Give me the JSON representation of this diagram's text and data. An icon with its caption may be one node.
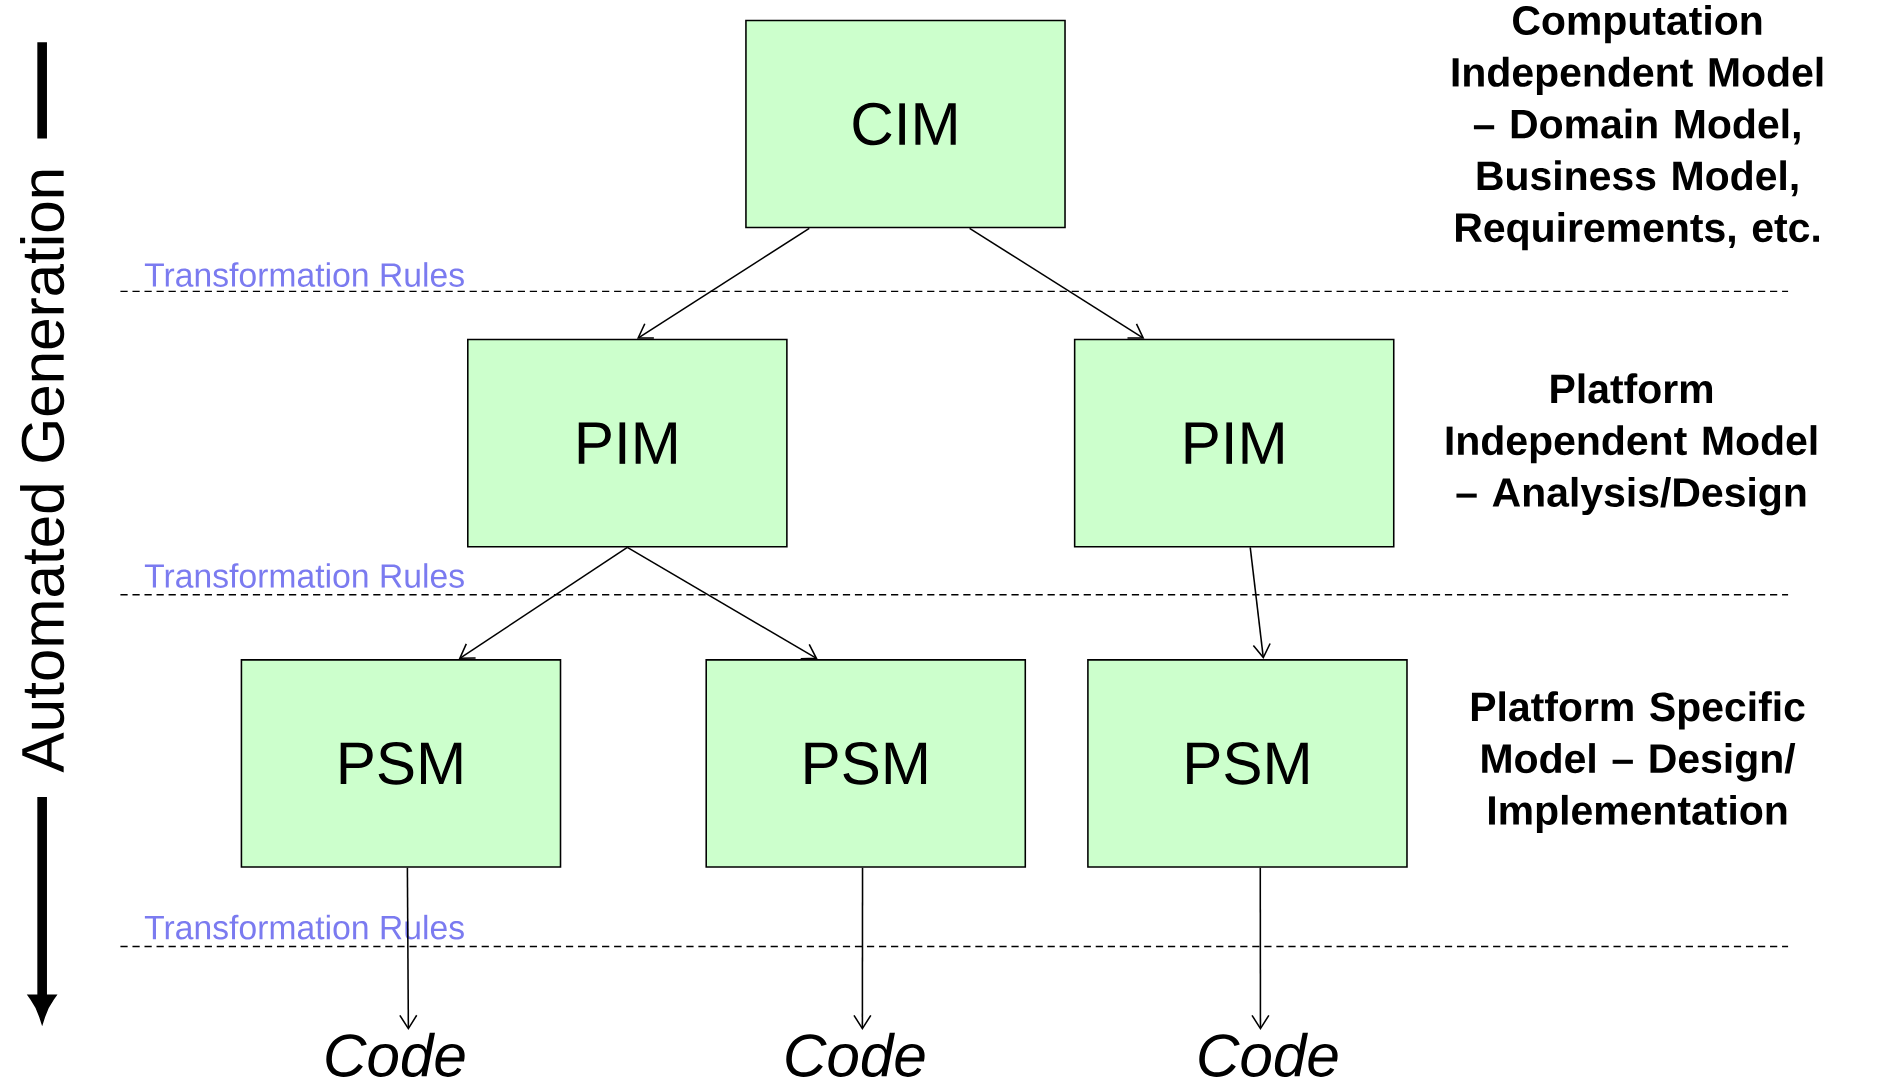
{
  "diagram": {
    "nodes": [
      {
        "text": [
          "CIM"
        ]
      },
      {
        "text": [
          "PIM"
        ]
      },
      {
        "text": [
          "PIM"
        ]
      },
      {
        "text": [
          "PSM"
        ]
      },
      {
        "text": [
          "PSM"
        ]
      },
      {
        "text": [
          "PSM"
        ]
      },
      {
        "text": [
          "Code"
        ]
      },
      {
        "text": [
          "Code"
        ]
      },
      {
        "text": [
          "Code"
        ]
      }
    ],
    "edges": [
      {
        "from": 0,
        "to": 1,
        "arrow": "to"
      },
      {
        "from": 0,
        "to": 2,
        "arrow": "to"
      },
      {
        "from": 1,
        "to": 3,
        "arrow": "to"
      },
      {
        "from": 1,
        "to": 4,
        "arrow": "to"
      },
      {
        "from": 2,
        "to": 5,
        "arrow": "to"
      },
      {
        "from": 3,
        "to": 6,
        "arrow": "to"
      },
      {
        "from": 4,
        "to": 7,
        "arrow": "to"
      },
      {
        "from": 5,
        "to": 8,
        "arrow": "to"
      }
    ],
    "labels": [
      "Automated Generation",
      "Computation Independent Model – Domain Model, Business Model, Requirements, etc.",
      "Transformation Rules",
      "Platform Independent Model – Analysis/Design",
      "Transformation Rules",
      "Platform Specific Model – Design/ Implementation",
      "Transformation Rules"
    ]
  }
}
